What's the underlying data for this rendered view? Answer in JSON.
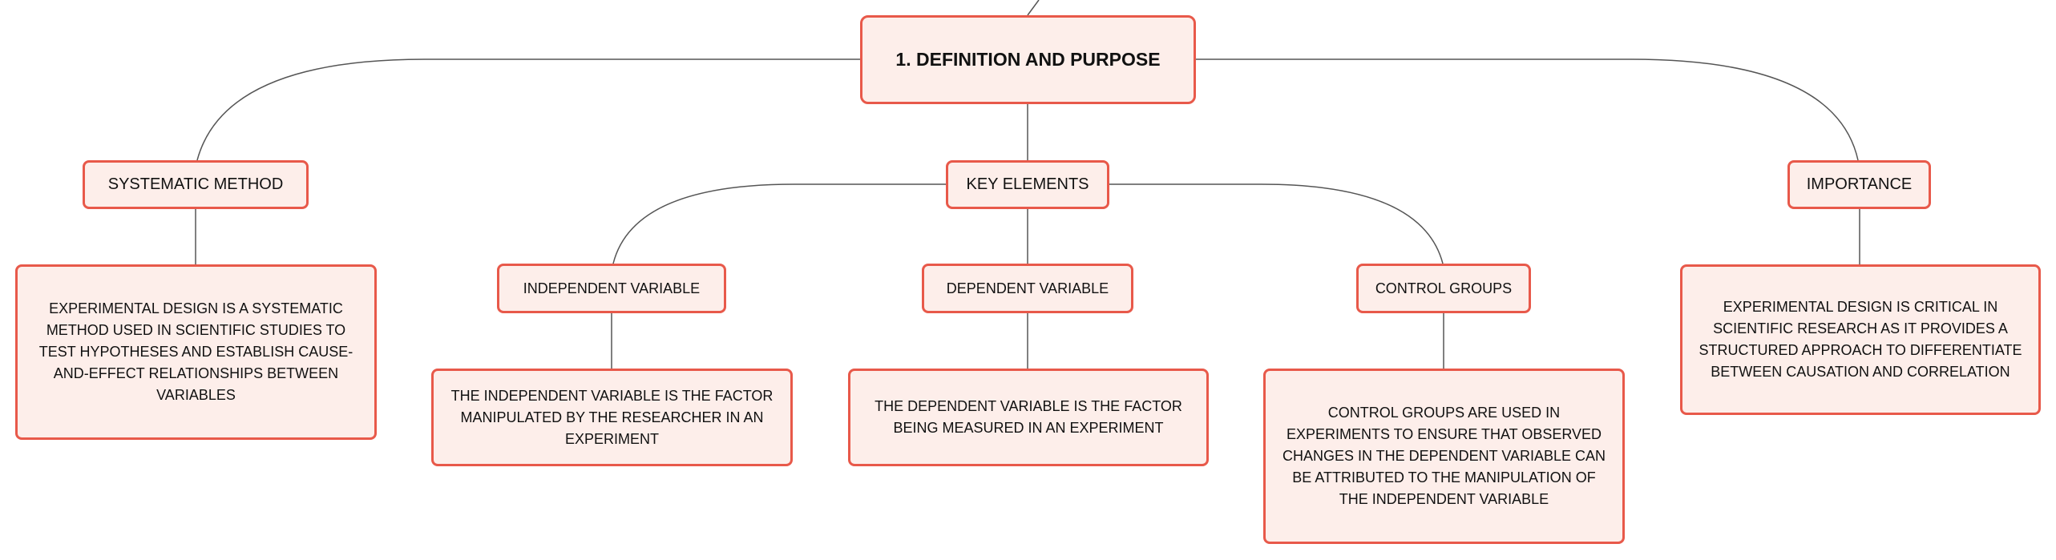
{
  "root": {
    "label": "1. DEFINITION AND PURPOSE"
  },
  "branches": {
    "systematic_method": {
      "label": "SYSTEMATIC METHOD",
      "description": "EXPERIMENTAL DESIGN IS A SYSTEMATIC METHOD USED IN SCIENTIFIC STUDIES TO TEST HYPOTHESES AND ESTABLISH CAUSE-AND-EFFECT RELATIONSHIPS BETWEEN VARIABLES"
    },
    "key_elements": {
      "label": "KEY ELEMENTS",
      "children": {
        "independent_variable": {
          "label": "INDEPENDENT VARIABLE",
          "description": "THE INDEPENDENT VARIABLE IS THE FACTOR MANIPULATED BY THE RESEARCHER IN AN EXPERIMENT"
        },
        "dependent_variable": {
          "label": "DEPENDENT VARIABLE",
          "description": "THE DEPENDENT VARIABLE IS THE FACTOR BEING MEASURED IN AN EXPERIMENT"
        },
        "control_groups": {
          "label": "CONTROL GROUPS",
          "description": "CONTROL GROUPS ARE USED IN EXPERIMENTS TO ENSURE THAT OBSERVED CHANGES IN THE DEPENDENT VARIABLE CAN BE ATTRIBUTED TO THE MANIPULATION OF THE INDEPENDENT VARIABLE"
        }
      }
    },
    "importance": {
      "label": "IMPORTANCE",
      "description": "EXPERIMENTAL DESIGN IS CRITICAL IN SCIENTIFIC RESEARCH AS IT PROVIDES A STRUCTURED APPROACH TO DIFFERENTIATE BETWEEN CAUSATION AND CORRELATION"
    }
  },
  "colors": {
    "node_border": "#e8594a",
    "node_fill": "#fdeeea",
    "connector": "#555555",
    "text": "#111111"
  }
}
